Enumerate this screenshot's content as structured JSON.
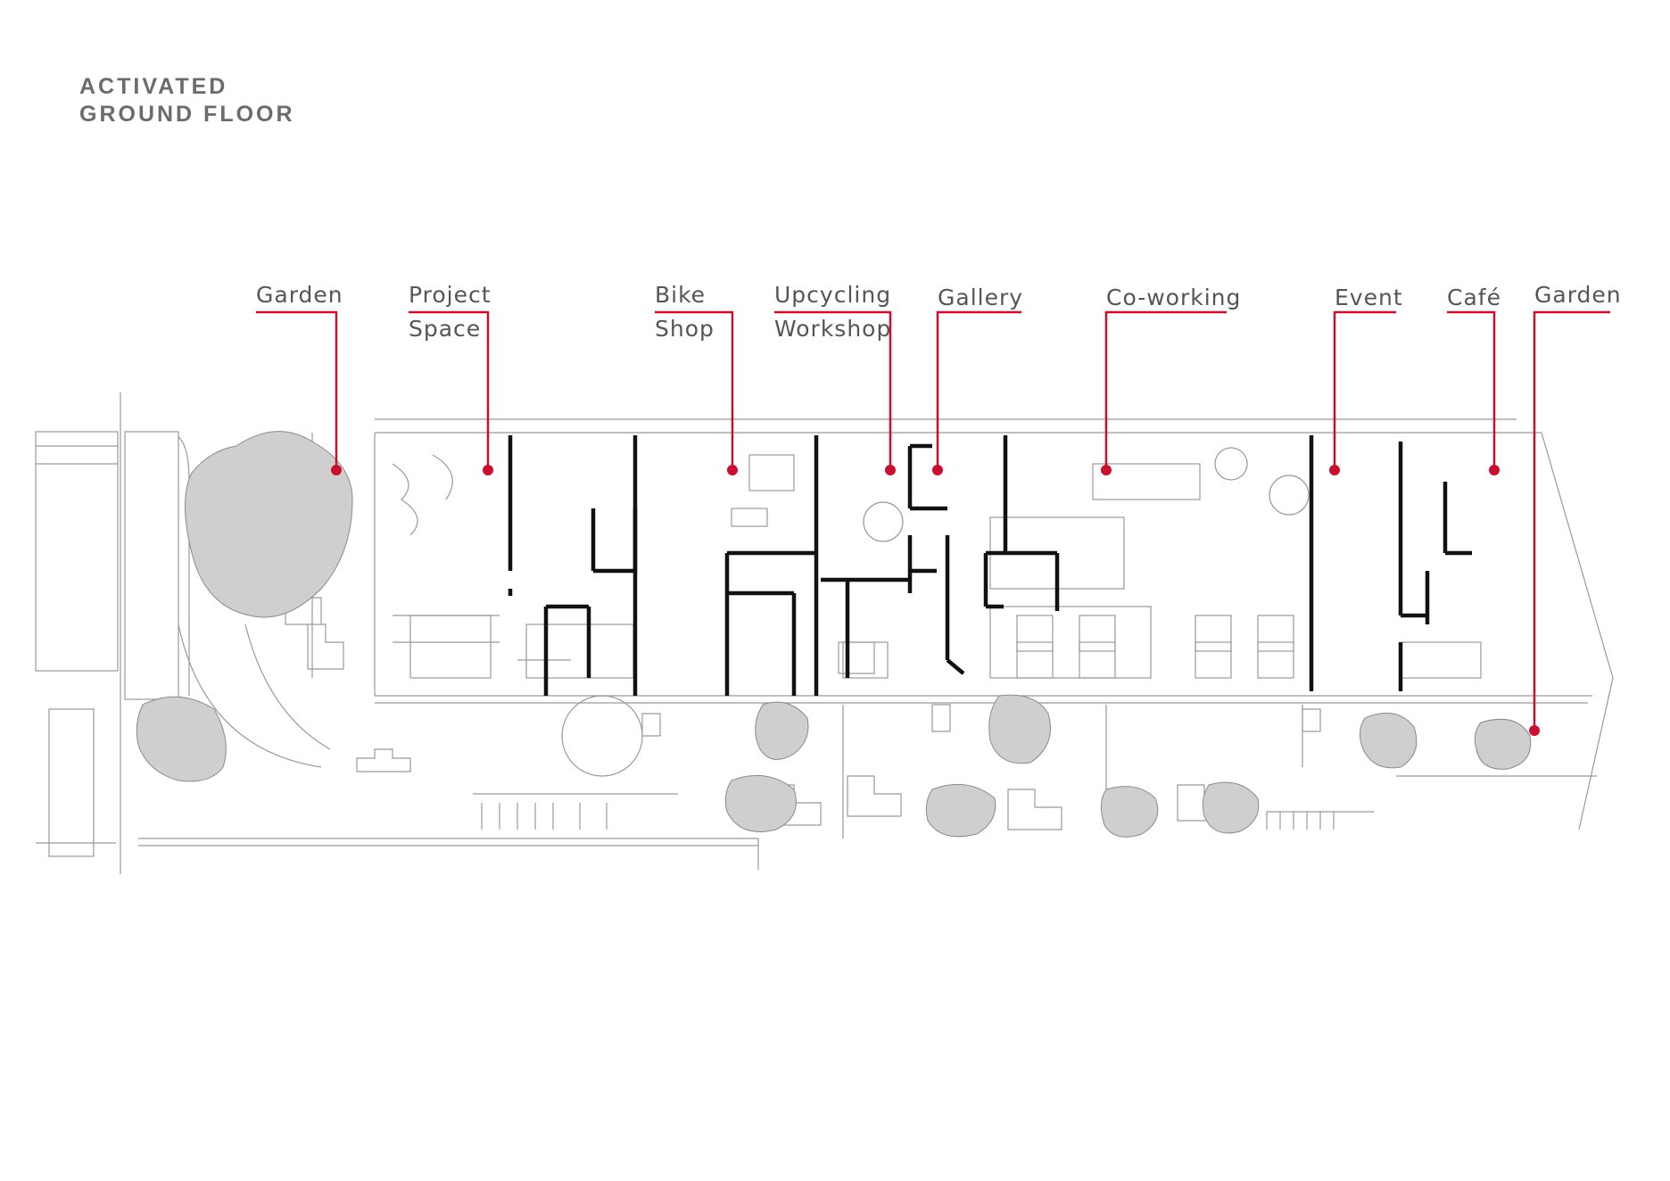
{
  "title": {
    "line1": "ACTIVATED",
    "line2": "GROUND FLOOR"
  },
  "colors": {
    "accent": "#c8102e",
    "wall": "#111111",
    "line": "#888888",
    "green": "#cfcfcf",
    "label": "#555555"
  },
  "labels": [
    {
      "id": "garden-west",
      "lines": [
        "Garden"
      ]
    },
    {
      "id": "project-space",
      "lines": [
        "Project",
        "Space"
      ]
    },
    {
      "id": "bike-shop",
      "lines": [
        "Bike",
        "Shop"
      ]
    },
    {
      "id": "upcycling-workshop",
      "lines": [
        "Upcycling",
        "Workshop"
      ]
    },
    {
      "id": "gallery",
      "lines": [
        "Gallery"
      ]
    },
    {
      "id": "co-working",
      "lines": [
        "Co-working"
      ]
    },
    {
      "id": "event",
      "lines": [
        "Event"
      ]
    },
    {
      "id": "cafe",
      "lines": [
        "Café"
      ]
    },
    {
      "id": "garden-east",
      "lines": [
        "Garden"
      ]
    }
  ]
}
